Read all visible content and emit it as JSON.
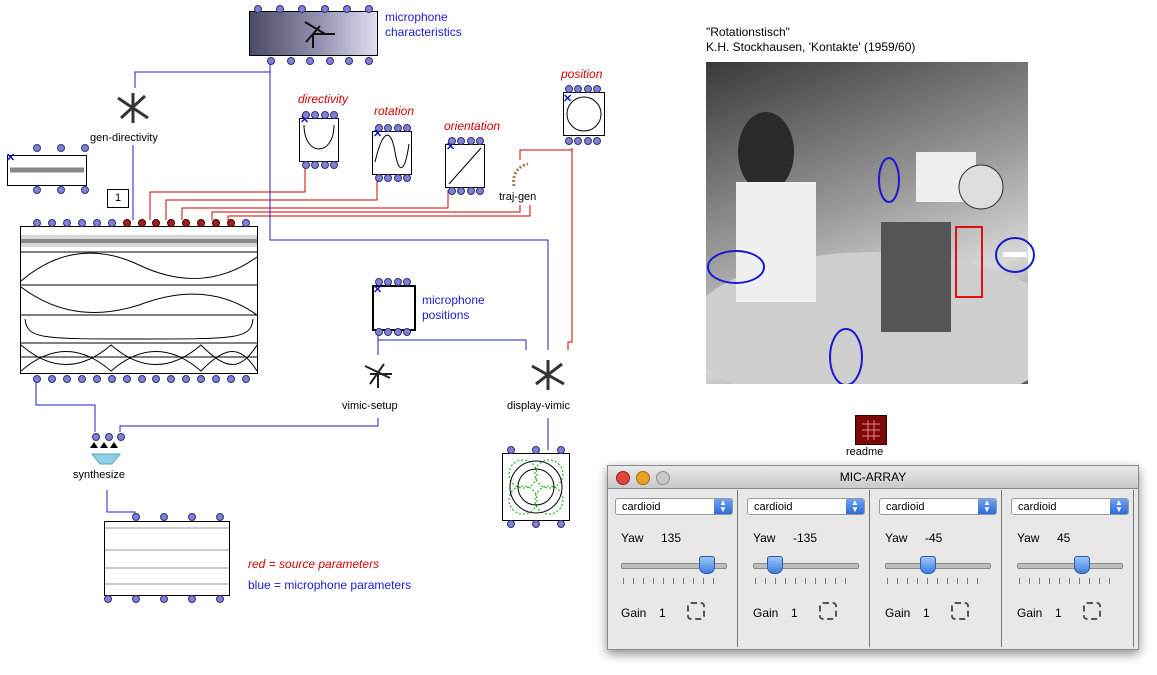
{
  "labels": {
    "mic_characteristics_l1": "microphone",
    "mic_characteristics_l2": "characteristics",
    "gen_directivity": "gen-directivity",
    "directivity": "directivity",
    "rotation": "rotation",
    "orientation": "orientation",
    "position": "position",
    "traj_gen": "traj-gen",
    "mic_positions_l1": "microphone",
    "mic_positions_l2": "positions",
    "vimic_setup": "vimic-setup",
    "display_vimic": "display-vimic",
    "synthesize": "synthesize",
    "readme": "readme",
    "number_box": "1"
  },
  "legend": {
    "red": "red = source parameters",
    "blue": "blue = microphone parameters"
  },
  "photo": {
    "caption_l1": "\"Rotationstisch\"",
    "caption_l2": "K.H. Stockhausen, 'Kontakte' (1959/60)"
  },
  "mic_array": {
    "title": "MIC-ARRAY",
    "yaw_label": "Yaw",
    "gain_label": "Gain",
    "panels": [
      {
        "pattern": "cardioid",
        "yaw": "135",
        "gain": "1",
        "slider": 0.85
      },
      {
        "pattern": "cardioid",
        "yaw": "-135",
        "gain": "1",
        "slider": 0.15
      },
      {
        "pattern": "cardioid",
        "yaw": "-45",
        "gain": "1",
        "slider": 0.38
      },
      {
        "pattern": "cardioid",
        "yaw": "45",
        "gain": "1",
        "slider": 0.62
      }
    ]
  },
  "colors": {
    "source": "#d00000",
    "microphone": "#1a1ad0"
  }
}
